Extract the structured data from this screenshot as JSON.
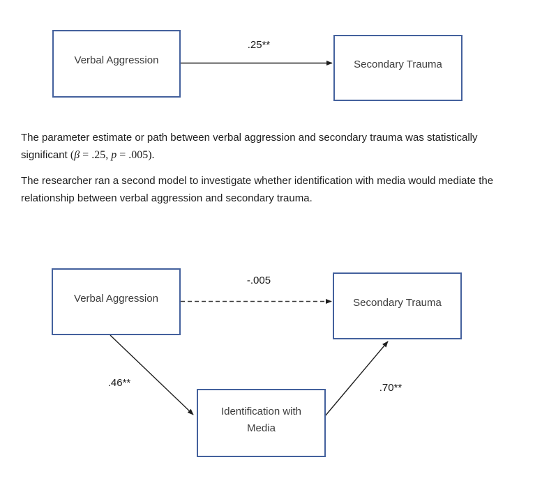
{
  "colors": {
    "box_border": "#44619d",
    "box_text": "#3c3c3c",
    "body_text": "#1d1d1d",
    "arrow": "#1f1f1f",
    "dashed_arrow": "#3a3a3a"
  },
  "model_simple": {
    "predictor_label": "Verbal Aggression",
    "outcome_label": "Secondary Trauma",
    "path_coefficient": ".25**"
  },
  "paragraph1": {
    "line1": "The parameter estimate or path between verbal aggression and secondary trauma was statistically",
    "line2_prefix": "significant ",
    "stat_open": "(",
    "beta_symbol": "β",
    "beta_value": " = .25, ",
    "p_symbol": "p",
    "p_value": " = .005)."
  },
  "paragraph2": {
    "line1": "The researcher ran a second model to investigate whether identification with media would mediate the",
    "line2": "relationship between verbal aggression and secondary trauma."
  },
  "model_mediation": {
    "predictor_label": "Verbal Aggression",
    "outcome_label": "Secondary Trauma",
    "mediator_label_line1": "Identification with",
    "mediator_label_line2": "Media",
    "direct_path_coefficient": "-.005",
    "a_path_coefficient": ".46**",
    "b_path_coefficient": ".70**"
  }
}
